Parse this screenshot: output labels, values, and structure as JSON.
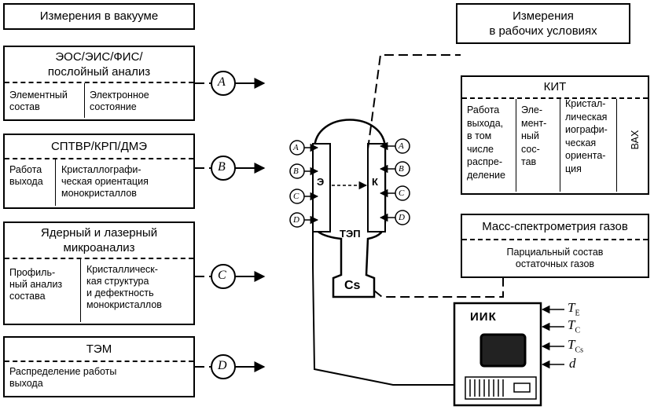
{
  "left": {
    "header": "Измерения в вакууме",
    "boxA": {
      "title_line1": "ЭОС/ЭИС/ФИС/",
      "title_line2": "послойный анализ",
      "col1": [
        "Элементный",
        "состав"
      ],
      "col2": [
        "Электронное",
        "состояние"
      ],
      "marker": "A"
    },
    "boxB": {
      "title": "СПТВР/КРП/ДМЭ",
      "col1": [
        "Работа",
        "выхода"
      ],
      "col2": [
        "Кристаллографи-",
        "ческая ориентация",
        "монокристаллов"
      ],
      "marker": "B"
    },
    "boxC": {
      "title_line1": "Ядерный и лазерный",
      "title_line2": "микроанализ",
      "col1": [
        "Профиль-",
        "ный анализ",
        "состава"
      ],
      "col2": [
        "Кристаллическ-",
        "кая структура",
        "и дефектность",
        "монокристаллов"
      ],
      "marker": "C"
    },
    "boxD": {
      "title": "ТЭМ",
      "col1": [
        "Распределение работы",
        "выхода"
      ],
      "marker": "D"
    }
  },
  "center": {
    "emitter_label": "Э",
    "collector_label": "К",
    "device_label": "ТЭП",
    "reservoir_label": "Cs",
    "markers": [
      "A",
      "B",
      "C",
      "D"
    ]
  },
  "right": {
    "header_line1": "Измерения",
    "header_line2": "в рабочих условиях",
    "kit": {
      "title": "КИТ",
      "col1": [
        "Работа",
        "выхода,",
        "в том",
        "числе",
        "распре-",
        "деление"
      ],
      "col2": [
        "Эле-",
        "мент-",
        "ный",
        "сос-",
        "тав"
      ],
      "col3": [
        "Кристал-",
        "лическая",
        "иографи-",
        "ческая",
        "ориента-",
        "ция"
      ],
      "col4": "ВАХ"
    },
    "mass": {
      "title": "Масс-спектрометрия газов",
      "body": [
        "Парциальный состав",
        "остаточных газов"
      ]
    },
    "iik": {
      "title": "ИИК",
      "inputs": [
        "T",
        "T",
        "T",
        "d"
      ],
      "input_subs": [
        "E",
        "C",
        "Cs",
        ""
      ]
    }
  }
}
